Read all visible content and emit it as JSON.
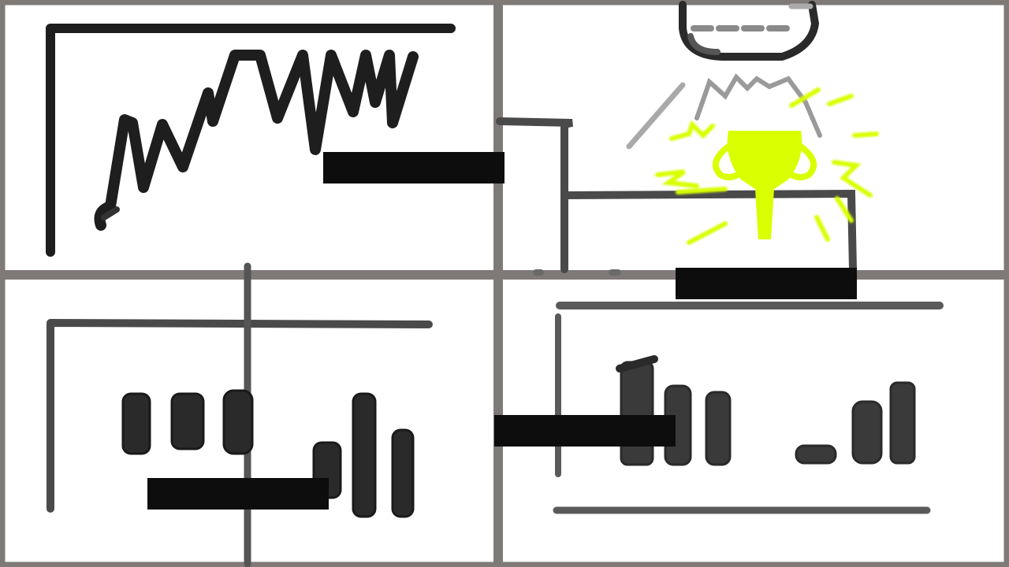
{
  "colors": {
    "background": "#ffffff",
    "frame": "#7f7a78",
    "ink": "#1e1e1e",
    "mid_ink": "#4a4a4a",
    "light_ink": "#8a8a8a",
    "trophy": "#d9ff00",
    "redaction": "#0d0d0d"
  },
  "panels": [
    {
      "name": "line-chart-sketch-panel",
      "icon": "line-chart-icon"
    },
    {
      "name": "trophy-podium-sketch-panel",
      "icon": "trophy-icon"
    },
    {
      "name": "bar-chart-sketch-panel-left",
      "icon": "bar-chart-icon"
    },
    {
      "name": "bar-chart-sketch-panel-right",
      "icon": "bar-chart-icon"
    }
  ],
  "redacted_labels": 4
}
